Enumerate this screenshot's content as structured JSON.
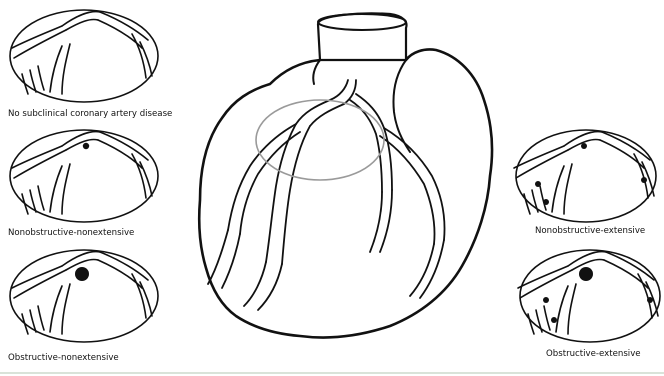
{
  "panels": [
    {
      "id": "none",
      "label": "No subclinical coronary artery disease",
      "plaques": []
    },
    {
      "id": "nn",
      "label": "Nonobstructive-nonextensive",
      "plaques": [
        "small"
      ]
    },
    {
      "id": "on",
      "label": "Obstructive-nonextensive",
      "plaques": [
        "large"
      ]
    },
    {
      "id": "ne",
      "label": "Nonobstructive-extensive",
      "plaques": [
        "small",
        "small",
        "small",
        "small"
      ]
    },
    {
      "id": "oe",
      "label": "Obstructive-extensive",
      "plaques": [
        "large",
        "small",
        "small",
        "small"
      ]
    }
  ],
  "colors": {
    "line": "#111111",
    "highlight_ring": "#9a9a9a",
    "rule": "#d9e3d9"
  }
}
